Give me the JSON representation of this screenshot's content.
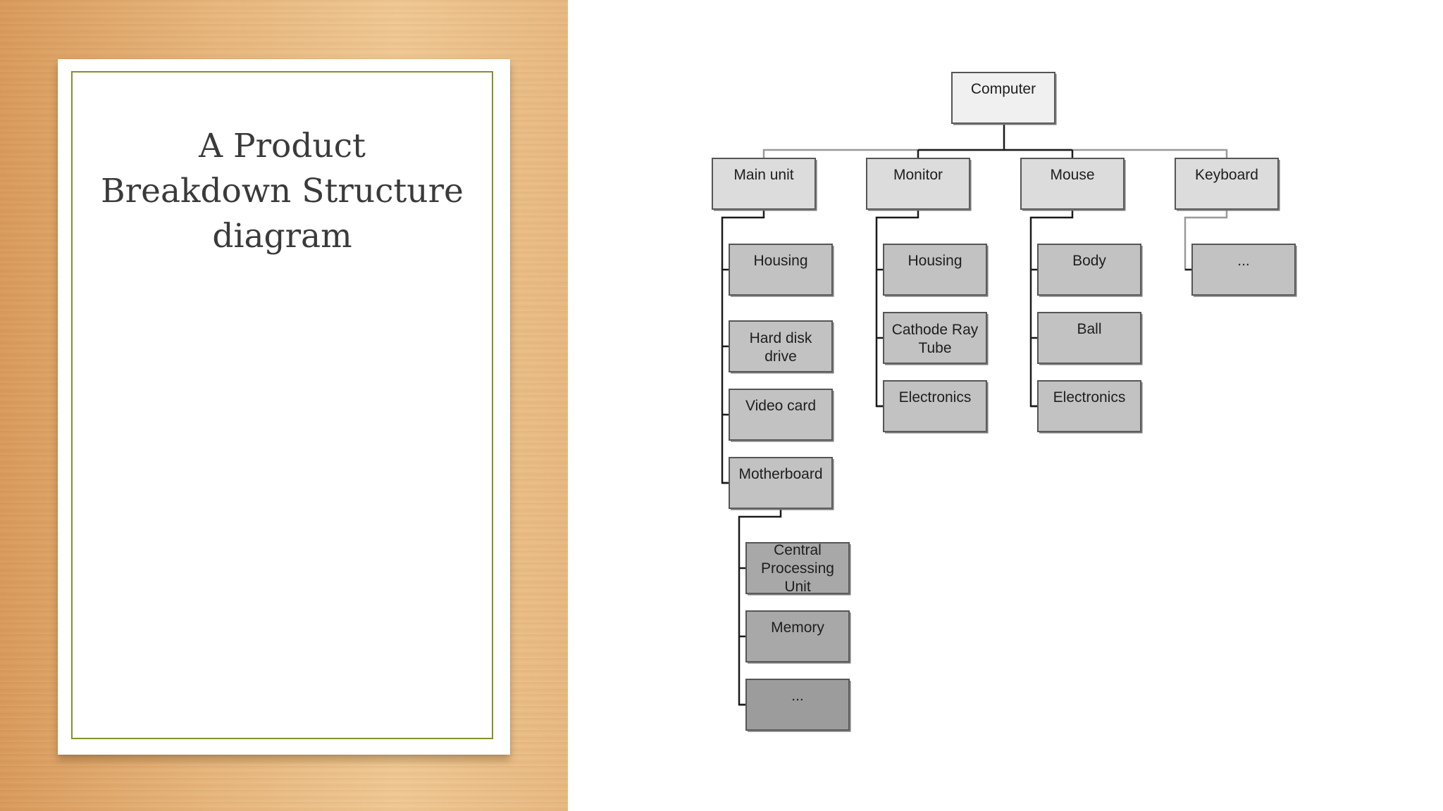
{
  "slide": {
    "title": "A Product\nBreakdown Structure\ndiagram"
  },
  "diagram": {
    "colors": {
      "level0": "#f0f0f0",
      "level1": "#dcdcdc",
      "level2": "#c2c2c2",
      "level3": "#a8a8a8",
      "border": "#555555",
      "connector": "#1a1a1a"
    },
    "root": "Computer",
    "branches": [
      {
        "label": "Main unit",
        "children": [
          "Housing",
          "Hard disk\ndrive",
          "Video card",
          "Motherboard"
        ],
        "sub": {
          "parent": "Motherboard",
          "children": [
            "Central\nProcessing\nUnit",
            "Memory",
            "..."
          ]
        }
      },
      {
        "label": "Monitor",
        "children": [
          "Housing",
          "Cathode Ray\nTube",
          "Electronics"
        ]
      },
      {
        "label": "Mouse",
        "children": [
          "Body",
          "Ball",
          "Electronics"
        ]
      },
      {
        "label": "Keyboard",
        "children": [
          "..."
        ]
      }
    ]
  }
}
